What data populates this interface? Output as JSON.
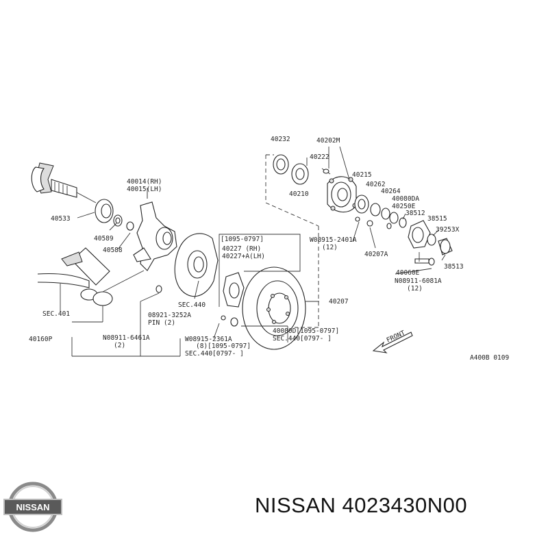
{
  "brand": {
    "logo_text": "NISSAN",
    "title": "NISSAN 4023430N00"
  },
  "diagram": {
    "code": "A400B 0109",
    "front_label": "FRONT",
    "labels": {
      "l40232": "40232",
      "l40202m": "40202M",
      "l40222": "40222",
      "l40215": "40215",
      "l40210": "40210",
      "l40262": "40262",
      "l40264": "40264",
      "l40080da": "40080DA",
      "l40250e": "40250E",
      "l38512": "38512",
      "l38515": "38515",
      "l39253x": "39253X",
      "l38513": "38513",
      "l40014": "40014(RH)",
      "l40015": "40015(LH)",
      "l40533": "40533",
      "l40589": "40589",
      "l40588": "40588",
      "lbox_range": "[1095-0797]",
      "l40227": "40227  (RH)",
      "l40227a": "40227+A(LH)",
      "lw2401": "W08915-2401A",
      "lw2401q": "(12)",
      "l40207a": "40207A",
      "l40060e": "40060E",
      "ln6081": "N08911-6081A",
      "ln6081q": "(12)",
      "lsec440a": "SEC.440",
      "l40207": "40207",
      "l08921": "08921-3252A",
      "lpin": "PIN (2)",
      "lsec401": "SEC.401",
      "l40160p": "40160P",
      "ln6461": "N08911-6461A",
      "ln6461q": "(2)",
      "lw2361": "W08915-2361A",
      "lw2361q": "(8)[1095-0797]",
      "lsec440b": "SEC.440[0797-   ]",
      "l40080d": "40080D[1095-0797]",
      "lsec440c": "SEC.440[0797-   ]"
    }
  }
}
